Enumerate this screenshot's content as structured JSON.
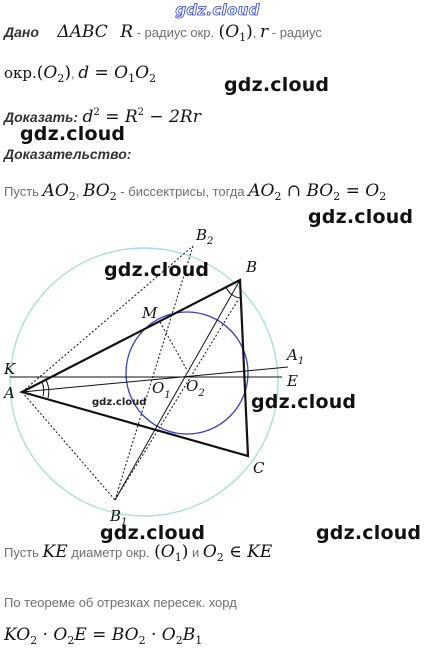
{
  "header": {
    "site": "gdz.cloud"
  },
  "given": {
    "label": "Дано",
    "triangle": "ΔABC",
    "R": "R",
    "r_text": " - радиус окр.",
    "O1": "O",
    "O1_sub": "1",
    "r": "r",
    "r2_text": " - радиус",
    "line2_okr": "окр.",
    "O2": "O",
    "O2_sub": "2",
    "d_eq": "d = O",
    "d_sub1": "1",
    "d_O": "O",
    "d_sub2": "2"
  },
  "prove": {
    "label": "Доказать:",
    "d": "d",
    "sq": "2",
    "eq": " = R",
    "sq2": "2",
    "rest": " − 2Rr"
  },
  "proof": {
    "label": "Доказательство:"
  },
  "step1": {
    "text1": "Пусть ",
    "AO": "AO",
    "s1": "2",
    "BO": "BO",
    "s2": "2",
    "text2": " - биссектрисы, тогда ",
    "AO_b": "AO",
    "s3": "2",
    "cap": " ∩ ",
    "BO_b": "BO",
    "s4": "2",
    "eq": " = O",
    "s5": "2"
  },
  "figure": {
    "labels": {
      "B2": "B",
      "B2_sub": "2",
      "B": "B",
      "M": "M",
      "A1": "A",
      "A1_sub": "1",
      "K": "K",
      "A": "A",
      "O1": "O",
      "O1_sub": "1",
      "O2": "O",
      "O2_sub": "2",
      "E": "E",
      "C": "C",
      "B1": "B",
      "B1_sub": "1"
    },
    "colors": {
      "circumcircle": "#a8e0d8",
      "incircle": "#3a3fc2",
      "lines": "#111111"
    }
  },
  "step2": {
    "text1": "Пусть ",
    "KE": "KE",
    "text2": " диаметр окр.",
    "O1": "O",
    "O1_sub": "1",
    "text3": " и ",
    "O2": "O",
    "O2_sub": "2",
    "in": " ∈ KE"
  },
  "step3": {
    "text": "По теореме об отрезках пересек. хорд"
  },
  "formula": {
    "p1": "KO",
    "s1": "2",
    "p2": " · O",
    "s2": "2",
    "p3": "E = BO",
    "s3": "2",
    "p4": " · O",
    "s4": "2",
    "p5": "B",
    "s5": "1"
  },
  "watermarks": {
    "w1": "gdz.cloud",
    "w2": "gdz.cloud",
    "w3": "gdz.cloud",
    "w4": "gdz.cloud",
    "w5": "gdz.cloud",
    "w6": "gdz.cloud",
    "w7": "gdz.cloud",
    "w8": "gdz.cloud"
  }
}
